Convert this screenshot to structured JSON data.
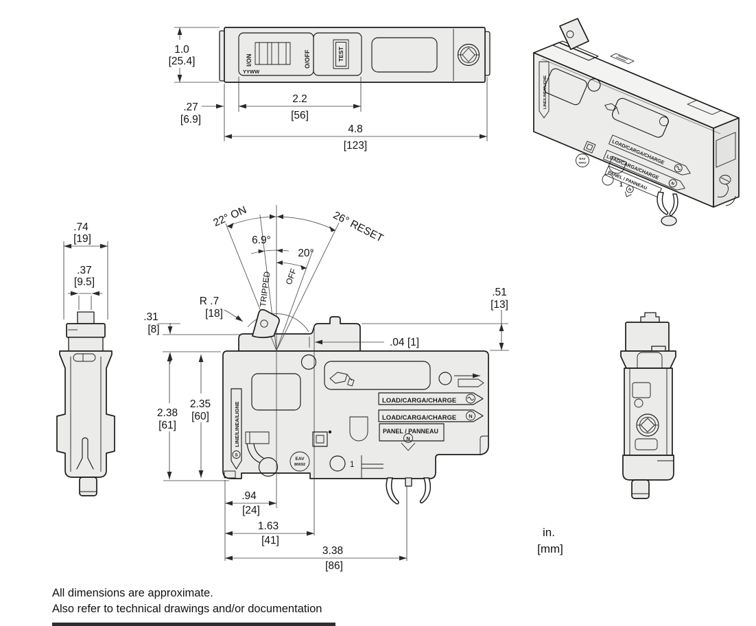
{
  "top_view": {
    "labels": {
      "on": "I/ON",
      "off": "O/OFF",
      "test": "TEST",
      "date_code": "YYWW"
    },
    "dims": {
      "height_in": "1.0",
      "height_mm": "[25.4]",
      "offset_in": ".27",
      "offset_mm": "[6.9]",
      "module_in": "2.2",
      "module_mm": "[56]",
      "overall_in": "4.8",
      "overall_mm": "[123]"
    }
  },
  "side_view": {
    "dims": {
      "width_in": ".74",
      "width_mm": "[19]",
      "toggle_in": ".37",
      "toggle_mm": "[9.5]"
    }
  },
  "front_view": {
    "angles": {
      "on": "22° ON",
      "reset": "26° RESET",
      "tripped_deg": "6.9°",
      "off_deg": "20°",
      "tripped": "TRIPPED",
      "off": "OFF"
    },
    "dims": {
      "radius": "R .7",
      "radius_mm": "[18]",
      "step": ".04 [1]",
      "platform_in": ".31",
      "platform_mm": "[8]",
      "height_in": "2.38",
      "height_mm": "[61]",
      "inner_in": "2.35",
      "inner_mm": "[60]",
      "right_in": ".51",
      "right_mm": "[13]",
      "d1_in": ".94",
      "d1_mm": "[24]",
      "d2_in": "1.63",
      "d2_mm": "[41]",
      "d3_in": "3.38",
      "d3_mm": "[86]"
    },
    "labels": {
      "line": "LINE/LINEA/LIGNE",
      "load": "LOAD/CARGA/CHARGE",
      "panel": "PANEL / PANNEAU",
      "eav": "EAV",
      "eav_num": "80692",
      "one": "1",
      "neutral": "N",
      "line_sym": "S"
    }
  },
  "units": {
    "inch": "in.",
    "mm": "[mm]"
  },
  "notes": {
    "line1": "All dimensions are approximate.",
    "line2": "Also refer to technical drawings and/or documentation"
  }
}
